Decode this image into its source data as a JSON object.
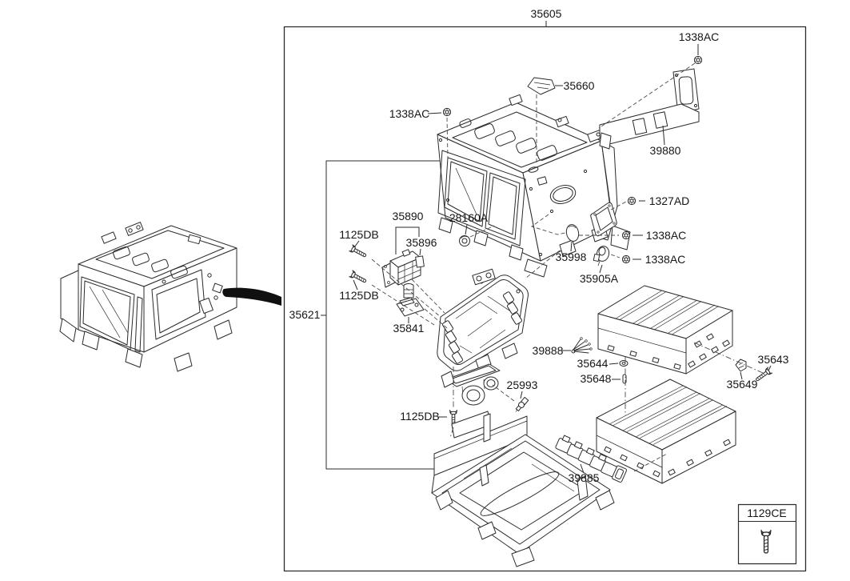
{
  "diagram": {
    "kind": "exploded-parts-diagram",
    "subject": "high-voltage battery pack assembly",
    "background_color": "#ffffff",
    "line_color": "#2b2b2b",
    "text_color": "#161616"
  },
  "callouts": [
    {
      "id": "35605",
      "text": "35605"
    },
    {
      "id": "1338AC-a",
      "text": "1338AC"
    },
    {
      "id": "35660",
      "text": "35660"
    },
    {
      "id": "1338AC-b",
      "text": "1338AC"
    },
    {
      "id": "39880",
      "text": "39880"
    },
    {
      "id": "1327AD",
      "text": "1327AD"
    },
    {
      "id": "1338AC-c",
      "text": "1338AC"
    },
    {
      "id": "1338AC-d",
      "text": "1338AC"
    },
    {
      "id": "35998",
      "text": "35998"
    },
    {
      "id": "35905A",
      "text": "35905A"
    },
    {
      "id": "28160A",
      "text": "28160A"
    },
    {
      "id": "35890",
      "text": "35890"
    },
    {
      "id": "35896",
      "text": "35896"
    },
    {
      "id": "1125DB-a",
      "text": "1125DB"
    },
    {
      "id": "1125DB-b",
      "text": "1125DB"
    },
    {
      "id": "35621",
      "text": "35621"
    },
    {
      "id": "35841",
      "text": "35841"
    },
    {
      "id": "39888",
      "text": "39888"
    },
    {
      "id": "35644",
      "text": "35644"
    },
    {
      "id": "35648",
      "text": "35648"
    },
    {
      "id": "25993",
      "text": "25993"
    },
    {
      "id": "35643",
      "text": "35643"
    },
    {
      "id": "35649",
      "text": "35649"
    },
    {
      "id": "1125DB-c",
      "text": "1125DB"
    },
    {
      "id": "39885",
      "text": "39885"
    },
    {
      "id": "1129CE",
      "text": "1129CE"
    }
  ],
  "legend": {
    "part_number": "1129CE",
    "icon": "bolt-icon"
  }
}
